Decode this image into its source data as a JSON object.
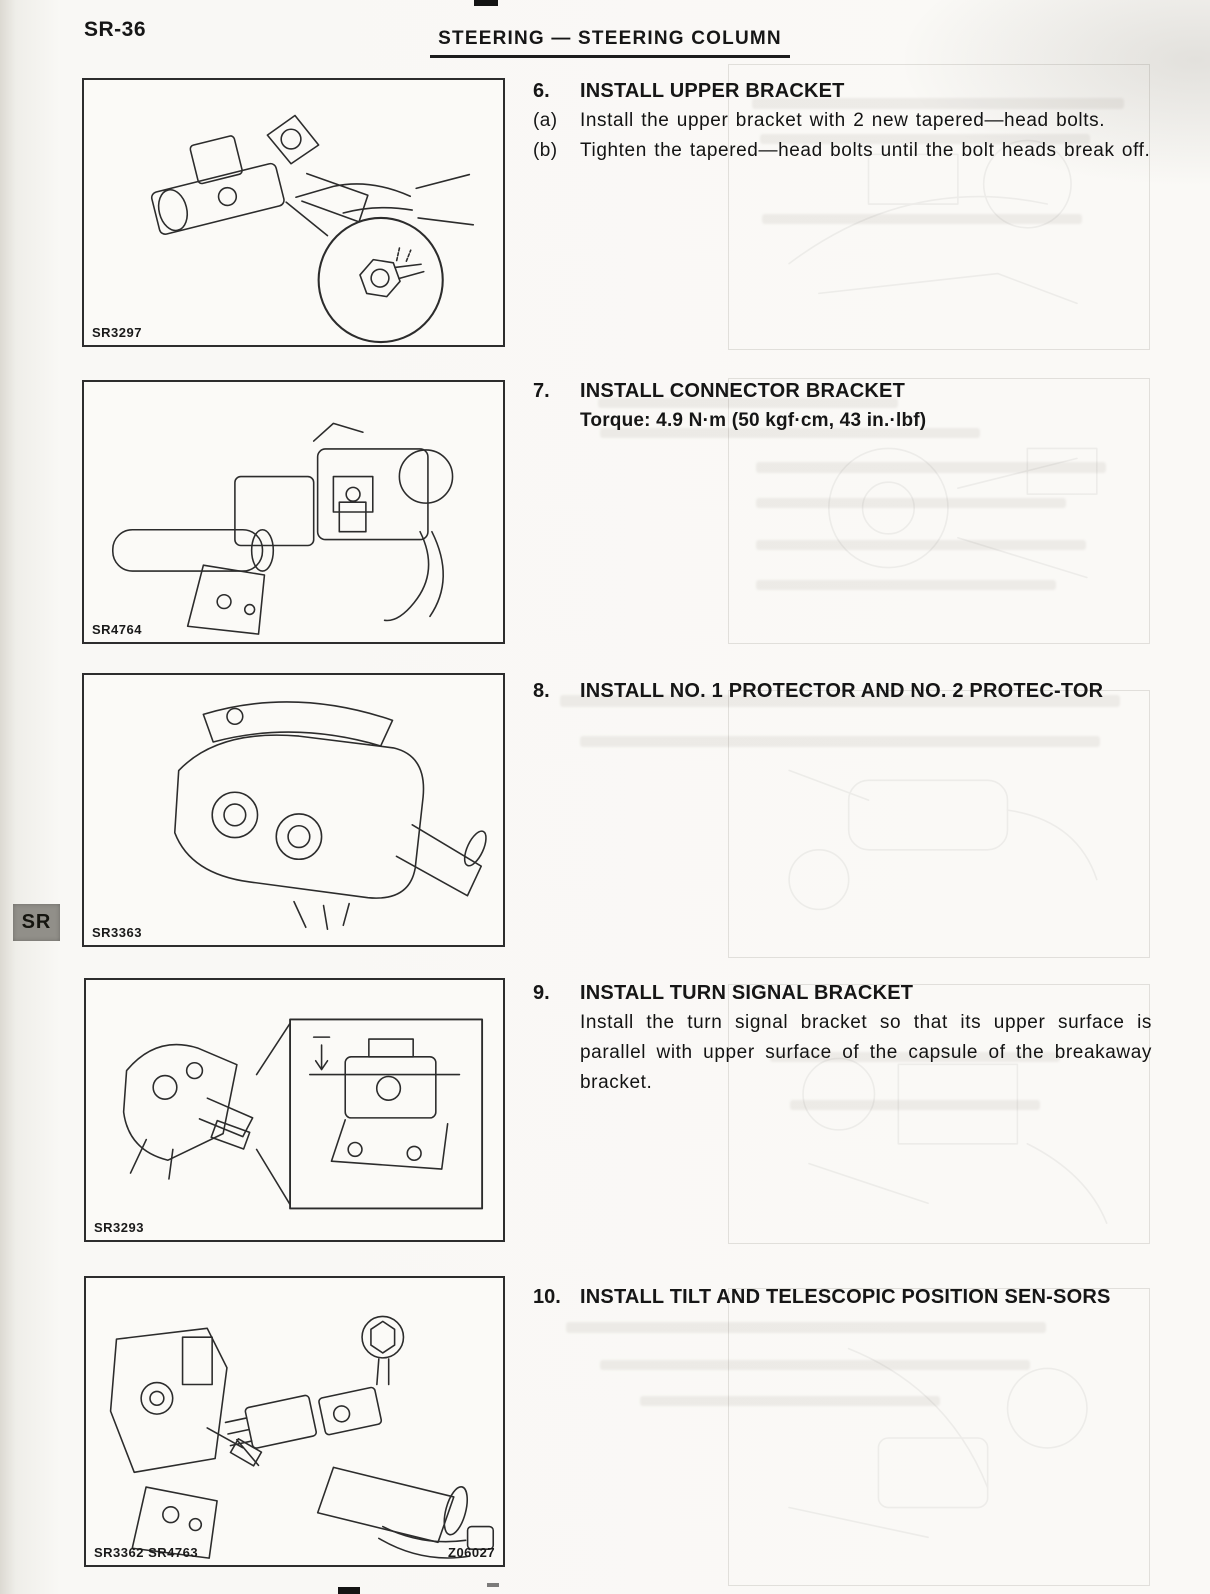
{
  "page": {
    "code": "SR-36",
    "header_title": "STEERING — STEERING COLUMN",
    "side_tab": "SR"
  },
  "figures": [
    {
      "codes": "SR3297"
    },
    {
      "codes": "SR4764"
    },
    {
      "codes": "SR3363"
    },
    {
      "codes": "SR3293"
    },
    {
      "codes": "SR3362 SR4763",
      "code_right": "Z06027"
    }
  ],
  "steps": [
    {
      "number": "6.",
      "title": "INSTALL UPPER BRACKET",
      "substeps": [
        {
          "marker": "(a)",
          "text": "Install the upper bracket with 2 new tapered—head bolts."
        },
        {
          "marker": "(b)",
          "text": "Tighten the tapered—head bolts until the bolt heads break off."
        }
      ]
    },
    {
      "number": "7.",
      "title": "INSTALL CONNECTOR BRACKET",
      "torque": "Torque: 4.9 N·m (50 kgf·cm, 43 in.·lbf)"
    },
    {
      "number": "8.",
      "title": "INSTALL NO. 1 PROTECTOR AND NO. 2 PROTEC-TOR"
    },
    {
      "number": "9.",
      "title": "INSTALL TURN SIGNAL BRACKET",
      "body": "Install the turn signal bracket so that its upper surface is parallel with upper surface of the capsule of the breakaway bracket."
    },
    {
      "number": "10.",
      "title": "INSTALL TILT AND TELESCOPIC POSITION SEN-SORS"
    }
  ]
}
